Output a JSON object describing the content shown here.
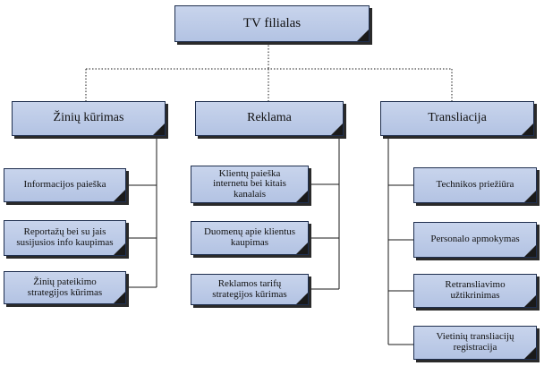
{
  "root": {
    "label": "TV filialas"
  },
  "departments": [
    {
      "label": "Žinių kūrimas",
      "children": [
        "Informacijos paieška",
        "Reportažų bei su jais susijusios info kaupimas",
        "Žinių pateikimo strategijos kūrimas"
      ]
    },
    {
      "label": "Reklama",
      "children": [
        "Klientų paieška internetu bei kitais kanalais",
        "Duomenų apie klientus kaupimas",
        "Reklamos tarifų strategijos kūrimas"
      ]
    },
    {
      "label": "Transliacija",
      "children": [
        "Technikos priežiūra",
        "Personalo apmokymas",
        "Retransliavimo užtikrinimas",
        "Vietinių transliacijų registracija"
      ]
    }
  ]
}
